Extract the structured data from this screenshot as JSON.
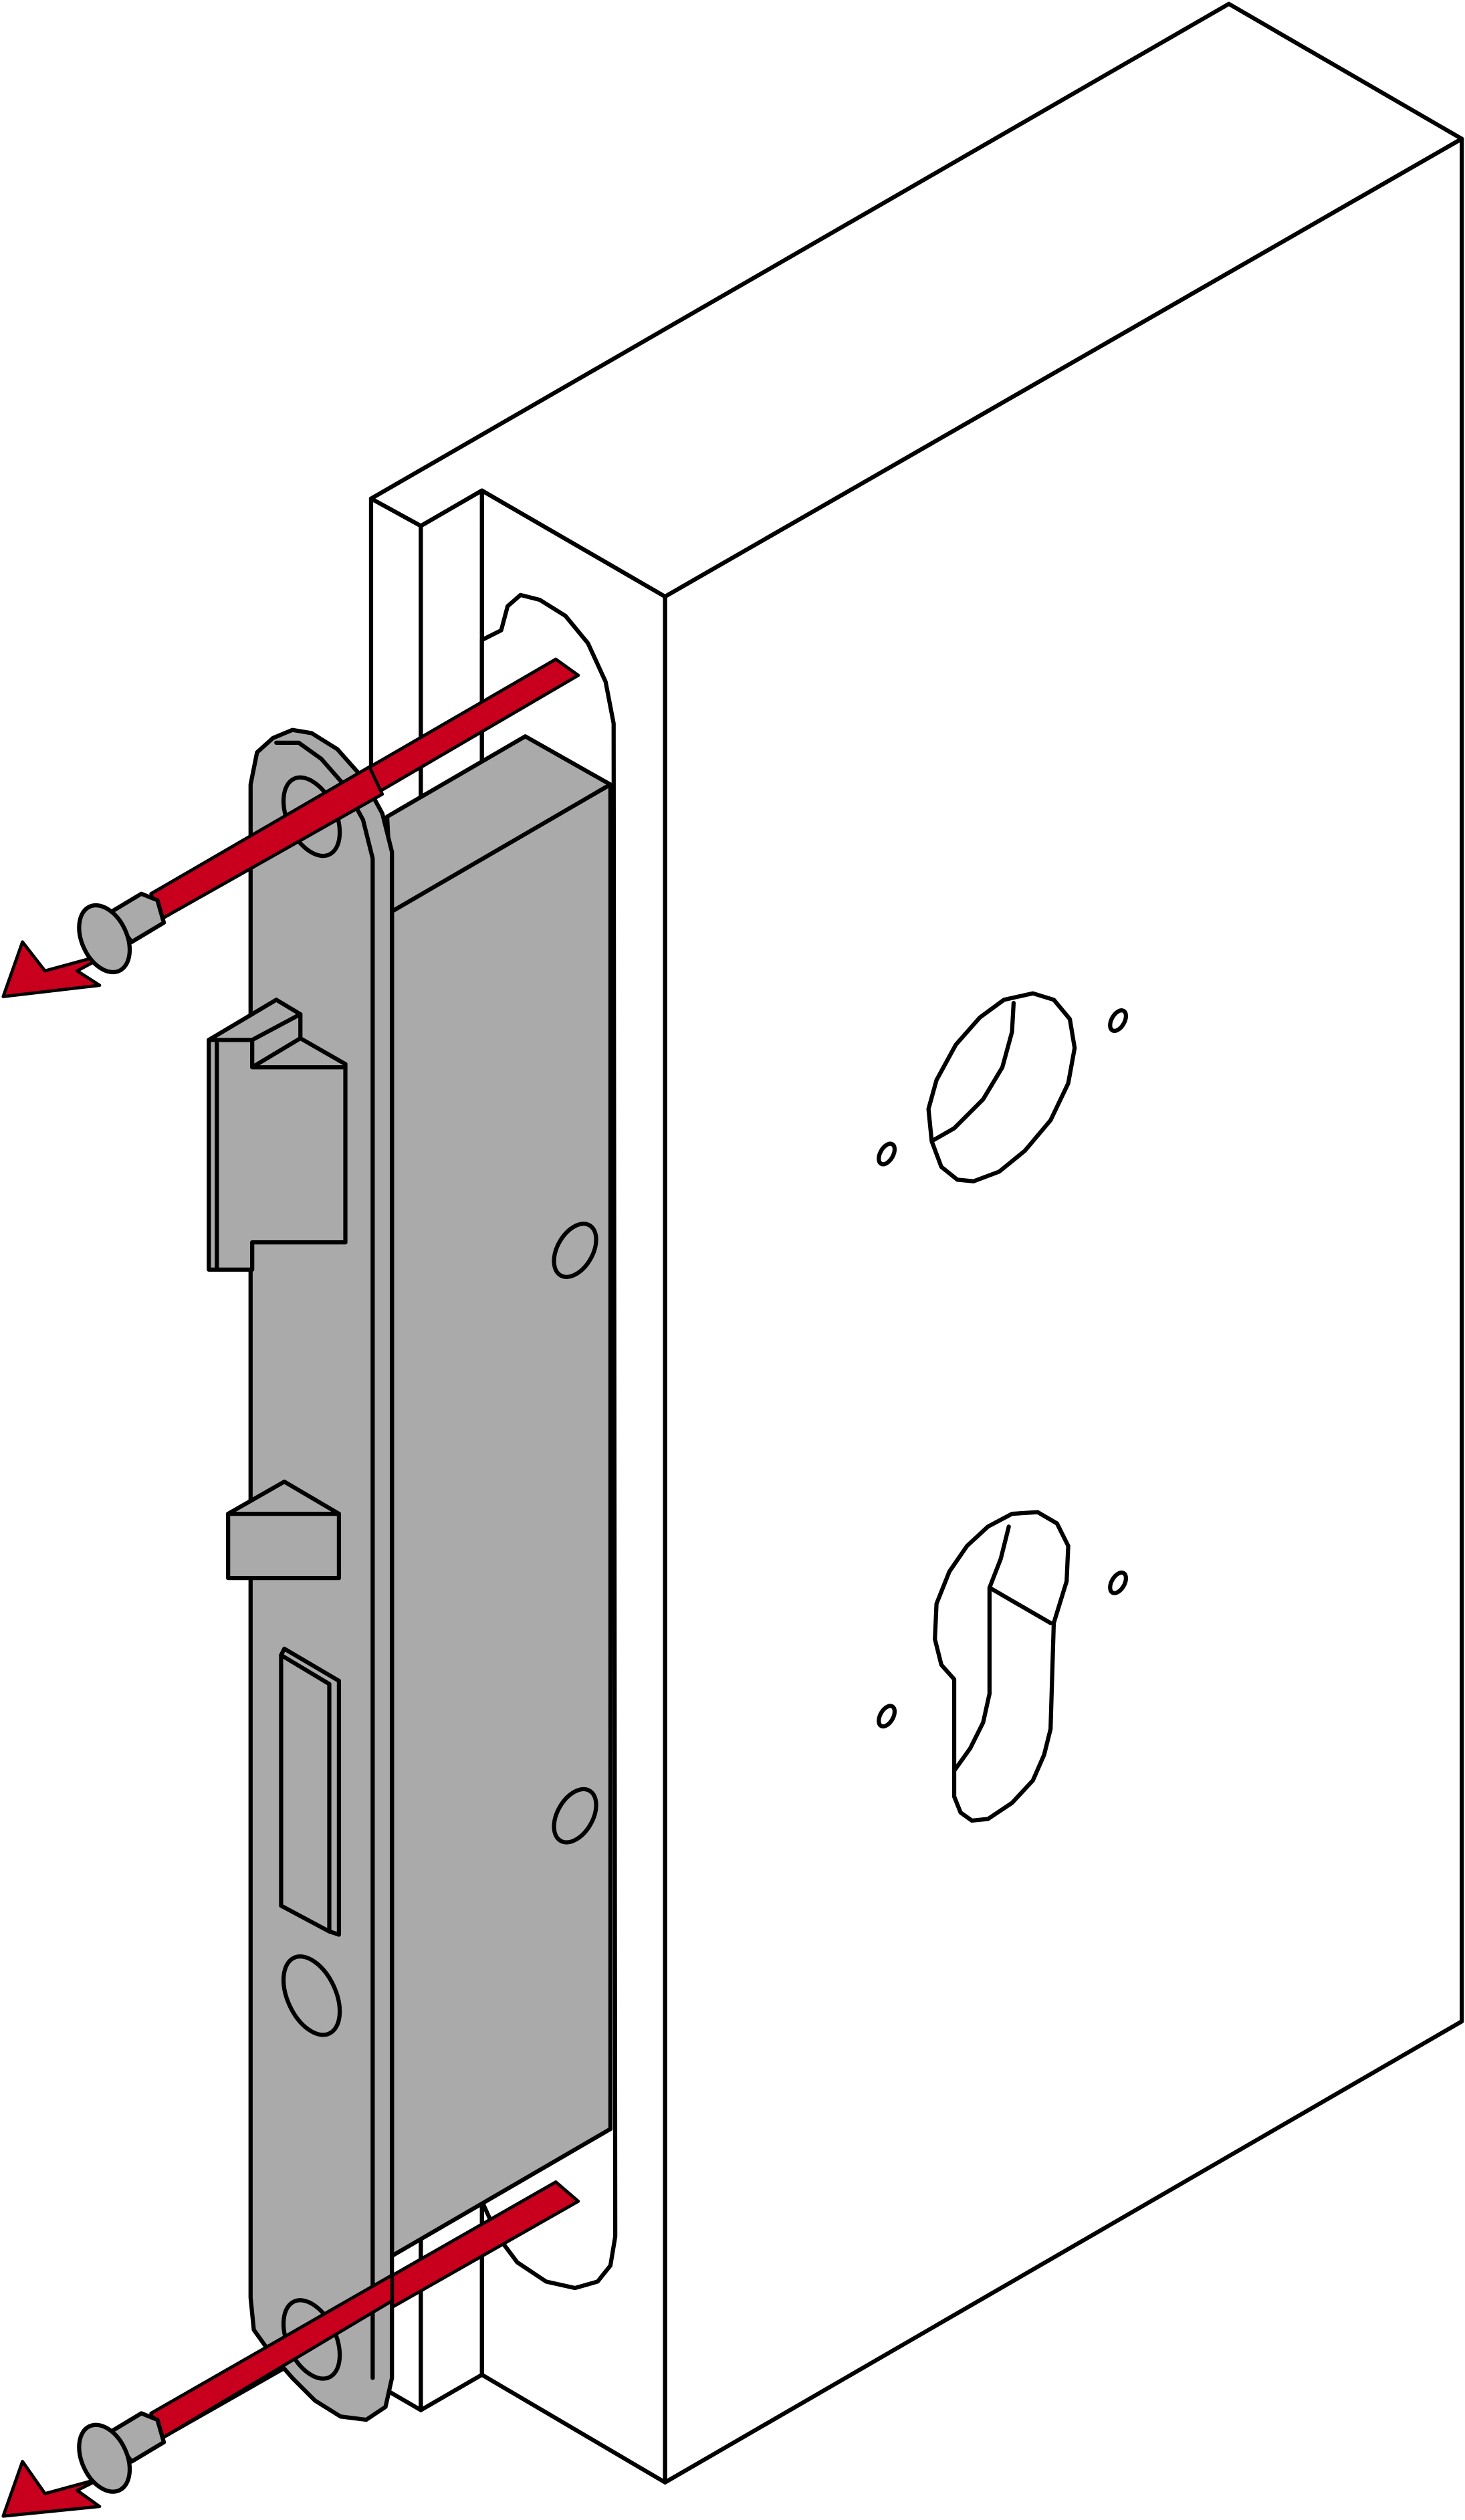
{
  "diagram": {
    "subject": "mortise-lock-removal",
    "colors": {
      "lock_body": "#aaaaaa",
      "arrow": "#c8001e",
      "line": "#000000",
      "door": "#ffffff"
    },
    "arrows": [
      {
        "direction": "out",
        "position": "upper-screw"
      },
      {
        "direction": "out",
        "position": "lower-screw"
      }
    ]
  }
}
